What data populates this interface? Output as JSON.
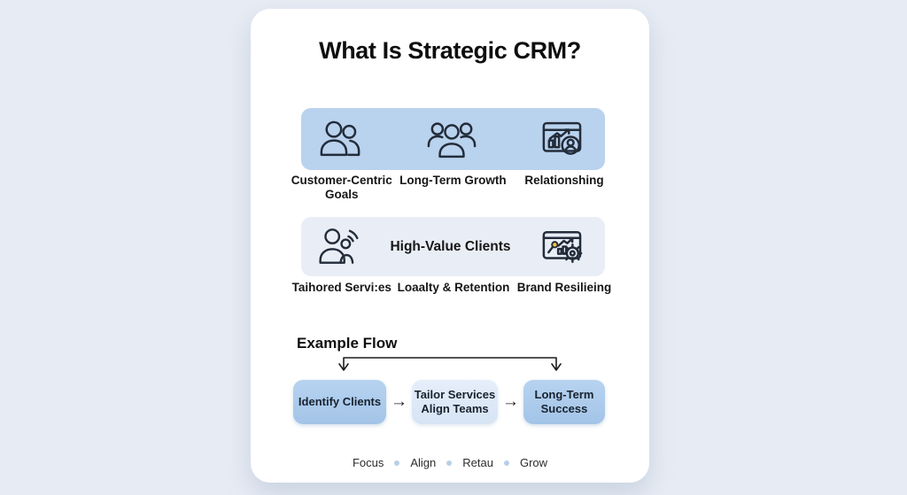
{
  "title": "What Is Strategic CRM?",
  "pillars_row": {
    "items": [
      {
        "icon": "two-people-icon",
        "label": "Customer-Centric Goals"
      },
      {
        "icon": "three-people-icon",
        "label": "Long-Term Growth"
      },
      {
        "icon": "browser-chart-person-icon",
        "label": "Relationshing"
      }
    ]
  },
  "clients_row": {
    "banner_text": "High-Value Clients",
    "items": [
      {
        "icon": "two-people-arc-icon",
        "label": "Taihored Servi:es"
      },
      {
        "label": "Loaalty & Retention"
      },
      {
        "icon": "browser-chart-gear-icon",
        "label": "Brand Resilieing"
      }
    ]
  },
  "example_flow": {
    "heading": "Example Flow",
    "steps": [
      {
        "line1": "Identify Clients"
      },
      {
        "line1": "Tailor Services",
        "line2": "Align Teams"
      },
      {
        "line1": "Long-Term",
        "line2": "Success"
      }
    ],
    "arrow_glyph": "→"
  },
  "footer": {
    "items": [
      "Focus",
      "Align",
      "Retau",
      "Grow"
    ]
  },
  "colors": {
    "page_bg": "#e7ecf4",
    "card_bg": "#ffffff",
    "banner_primary": "#b9d2ee",
    "banner_secondary": "#e9eef6",
    "flow_box_primary": "#aecdec",
    "flow_box_secondary": "#dfe9f7",
    "icon_stroke": "#232c3a",
    "accent_yellow": "#f2c53d",
    "dot": "#b9cfe6",
    "text": "#161616"
  }
}
